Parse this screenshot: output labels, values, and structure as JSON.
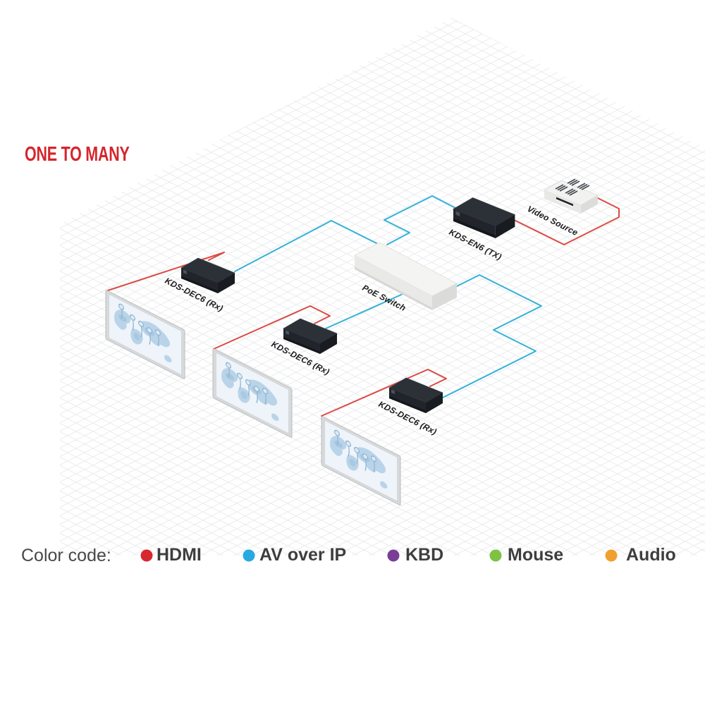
{
  "diagram": {
    "title": "ONE TO MANY",
    "nodes": {
      "video_source": "Video Source",
      "encoder": "KDS-EN6 (TX)",
      "poe_switch": "PoE Switch",
      "decoders": [
        "KDS-DEC6 (Rx)",
        "KDS-DEC6 (Rx)",
        "KDS-DEC6 (Rx)"
      ]
    },
    "displays_count": 3
  },
  "legend": {
    "label": "Color code:",
    "items": [
      {
        "name": "HDMI",
        "color": "#d7282f"
      },
      {
        "name": "AV over IP",
        "color": "#29a9e1"
      },
      {
        "name": "KBD",
        "color": "#7a3e97"
      },
      {
        "name": "Mouse",
        "color": "#7fc142"
      },
      {
        "name": "Audio",
        "color": "#f0a02e"
      }
    ]
  },
  "colors": {
    "title_red": "#d6252c",
    "hdmi_wire": "#db4a43",
    "avip_wire": "#33b1d8",
    "device_dark": "#2c3138",
    "device_light": "#f4f4f3",
    "label_text": "#1c1c1e"
  }
}
